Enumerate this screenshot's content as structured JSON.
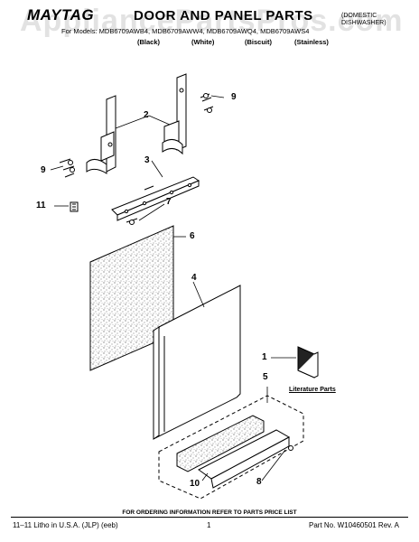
{
  "header": {
    "brand": "MAYTAG",
    "title": "DOOR AND PANEL PARTS",
    "subtitle_line1": "For Models: MDB6709AWB4, MDB6709AWW4, MDB6709AWQ4, MDB6709AWS4",
    "colors": [
      "(Black)",
      "(White)",
      "(Biscuit)",
      "(Stainless)"
    ],
    "right_note_line1": "(DOMESTIC",
    "right_note_line2": "DISHWASHER)"
  },
  "watermark": "AppliancePartsPros.com",
  "callouts": [
    "1",
    "2",
    "3",
    "4",
    "5",
    "6",
    "7",
    "8",
    "9",
    "9",
    "10",
    "11"
  ],
  "literature_label": "Literature Parts",
  "order_note": "FOR ORDERING INFORMATION REFER TO PARTS PRICE LIST",
  "footer": {
    "litho": "11–11 Litho in U.S.A. (JLP) (eeb)",
    "page": "1",
    "part_no": "Part No. W10460501 Rev. A"
  },
  "colors_hex": {
    "line": "#000000",
    "speckle": "#555555"
  }
}
